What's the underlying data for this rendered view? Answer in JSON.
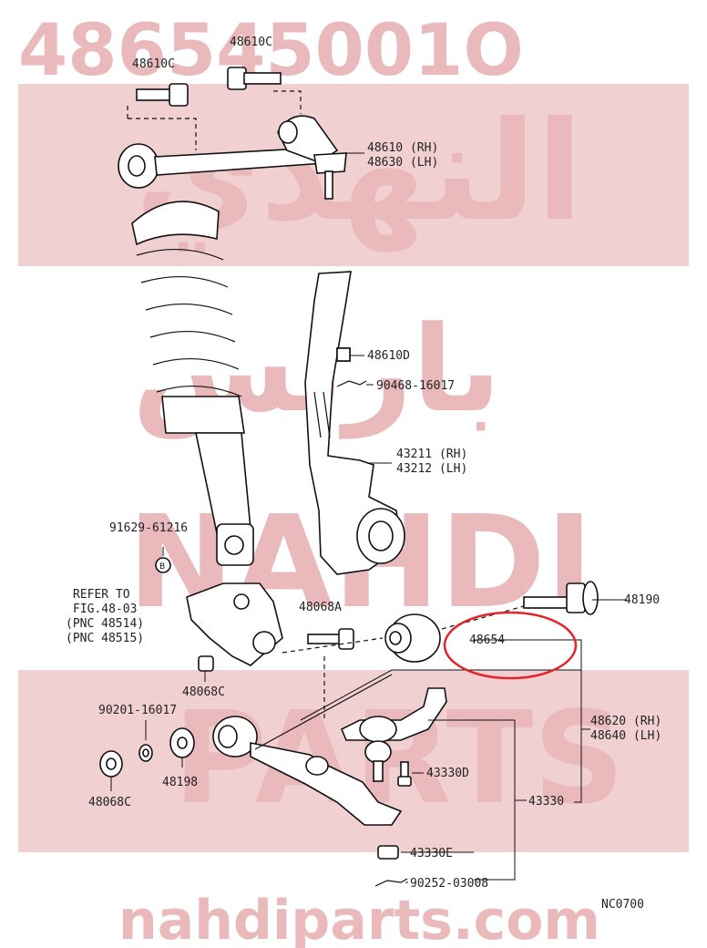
{
  "header_part_number": "486545001O",
  "watermark": {
    "brand_arabic_1": "النهدي",
    "brand_arabic_2": "بارتس",
    "brand_latin_1": "NAHDI",
    "brand_latin_2": "PARTS",
    "site_url": "nahdiparts.com"
  },
  "highlight_color": "#e2242b",
  "watermark_color": "#e9b9bb",
  "diagram_code": "NC0700",
  "callouts": {
    "bolt_left": "48610C",
    "bolt_right": "48610C",
    "upper_arm": [
      "48610 (RH)",
      "48630 (LH)"
    ],
    "bushing_knuckle": "48610D",
    "cotter_pin": "90468-16017",
    "knuckle": [
      "43211 (RH)",
      "43212 (LH)"
    ],
    "bolt_shock": "91629-61216",
    "refer_block": [
      "REFER TO",
      "FIG.48-03",
      "(PNC 48514)",
      "(PNC 48515)"
    ],
    "bolt_mid": "48068A",
    "nut_mid": "48068C",
    "bolt_cam": "48190",
    "bushing_highlight": "48654",
    "lower_arm": [
      "48620 (RH)",
      "48640 (LH)"
    ],
    "washer_a": "90201-16017",
    "cam_plate": "48198",
    "nut_low": "48068C",
    "bolt_balljoint": "43330D",
    "ball_joint": "43330",
    "nut_balljoint": "43330E",
    "cotter_low": "90252-03008"
  }
}
